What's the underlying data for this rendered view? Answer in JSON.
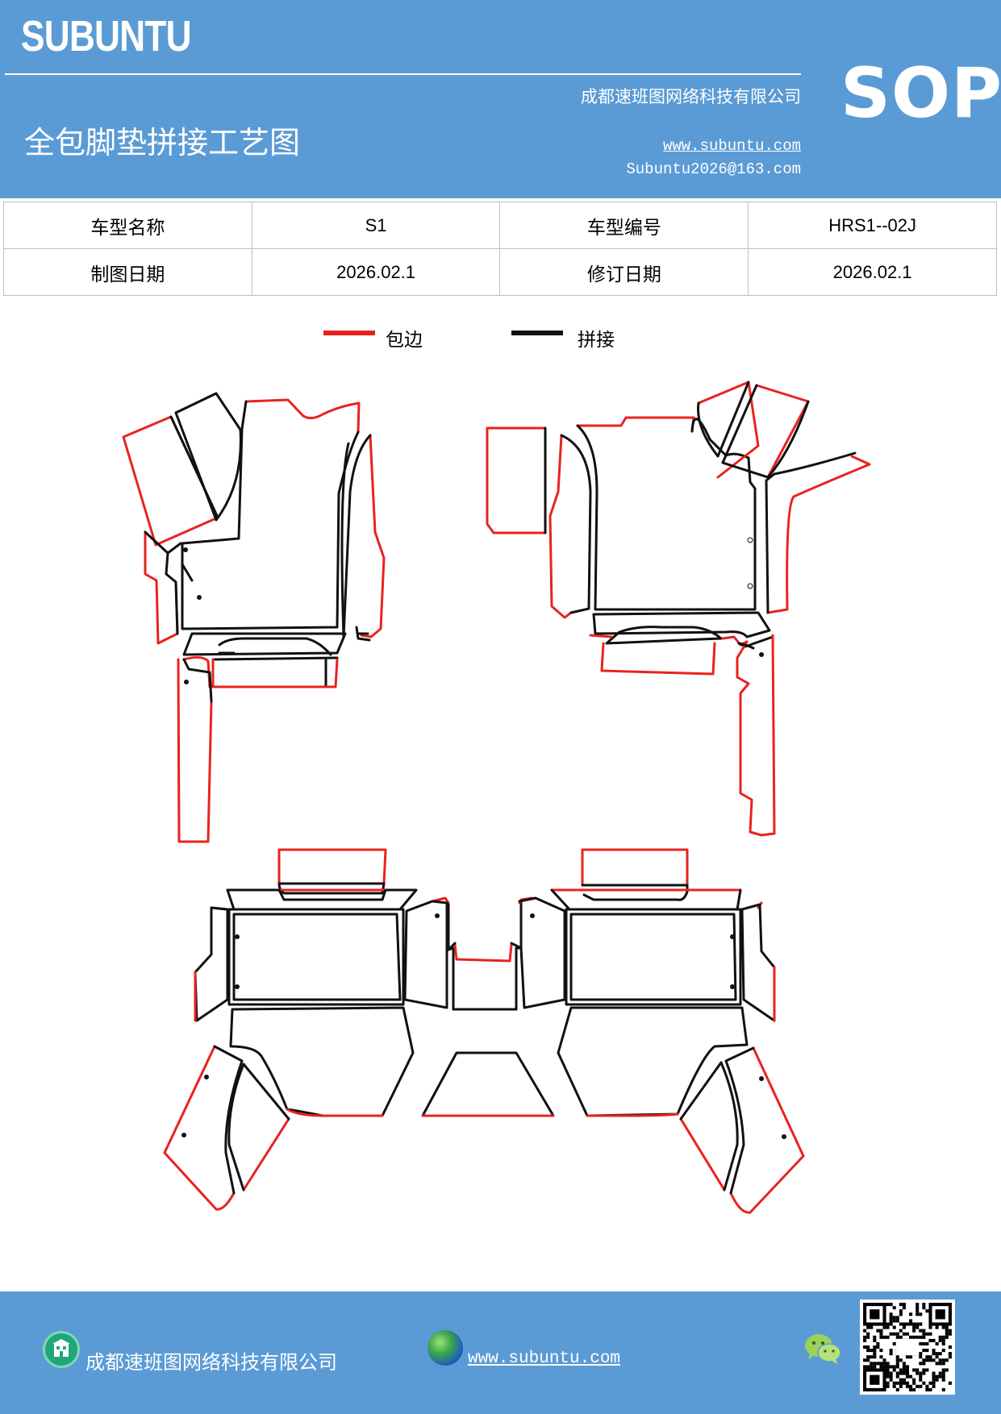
{
  "header": {
    "brand": "SUBUNTU",
    "title": "全包脚垫拼接工艺图",
    "company": "成都速班图网络科技有限公司",
    "website": "www.subuntu.com",
    "email": "Subuntu2026@163.com",
    "badge": "SOP"
  },
  "info": {
    "model_name_label": "车型名称",
    "model_name": "S1",
    "model_code_label": "车型编号",
    "model_code": "HRS1--02J",
    "draw_date_label": "制图日期",
    "draw_date": "2026.02.1",
    "revise_date_label": "修订日期",
    "revise_date": "2026.02.1"
  },
  "legend": {
    "edge_label": "包边",
    "edge_color": "#e8231f",
    "splice_label": "拼接",
    "splice_color": "#111111"
  },
  "footer": {
    "company": "成都速班图网络科技有限公司",
    "website": "www.subuntu.com",
    "building_icon": "building-icon",
    "globe_icon": "globe-icon",
    "wechat_icon": "wechat-icon",
    "qr_icon": "qr-code"
  }
}
